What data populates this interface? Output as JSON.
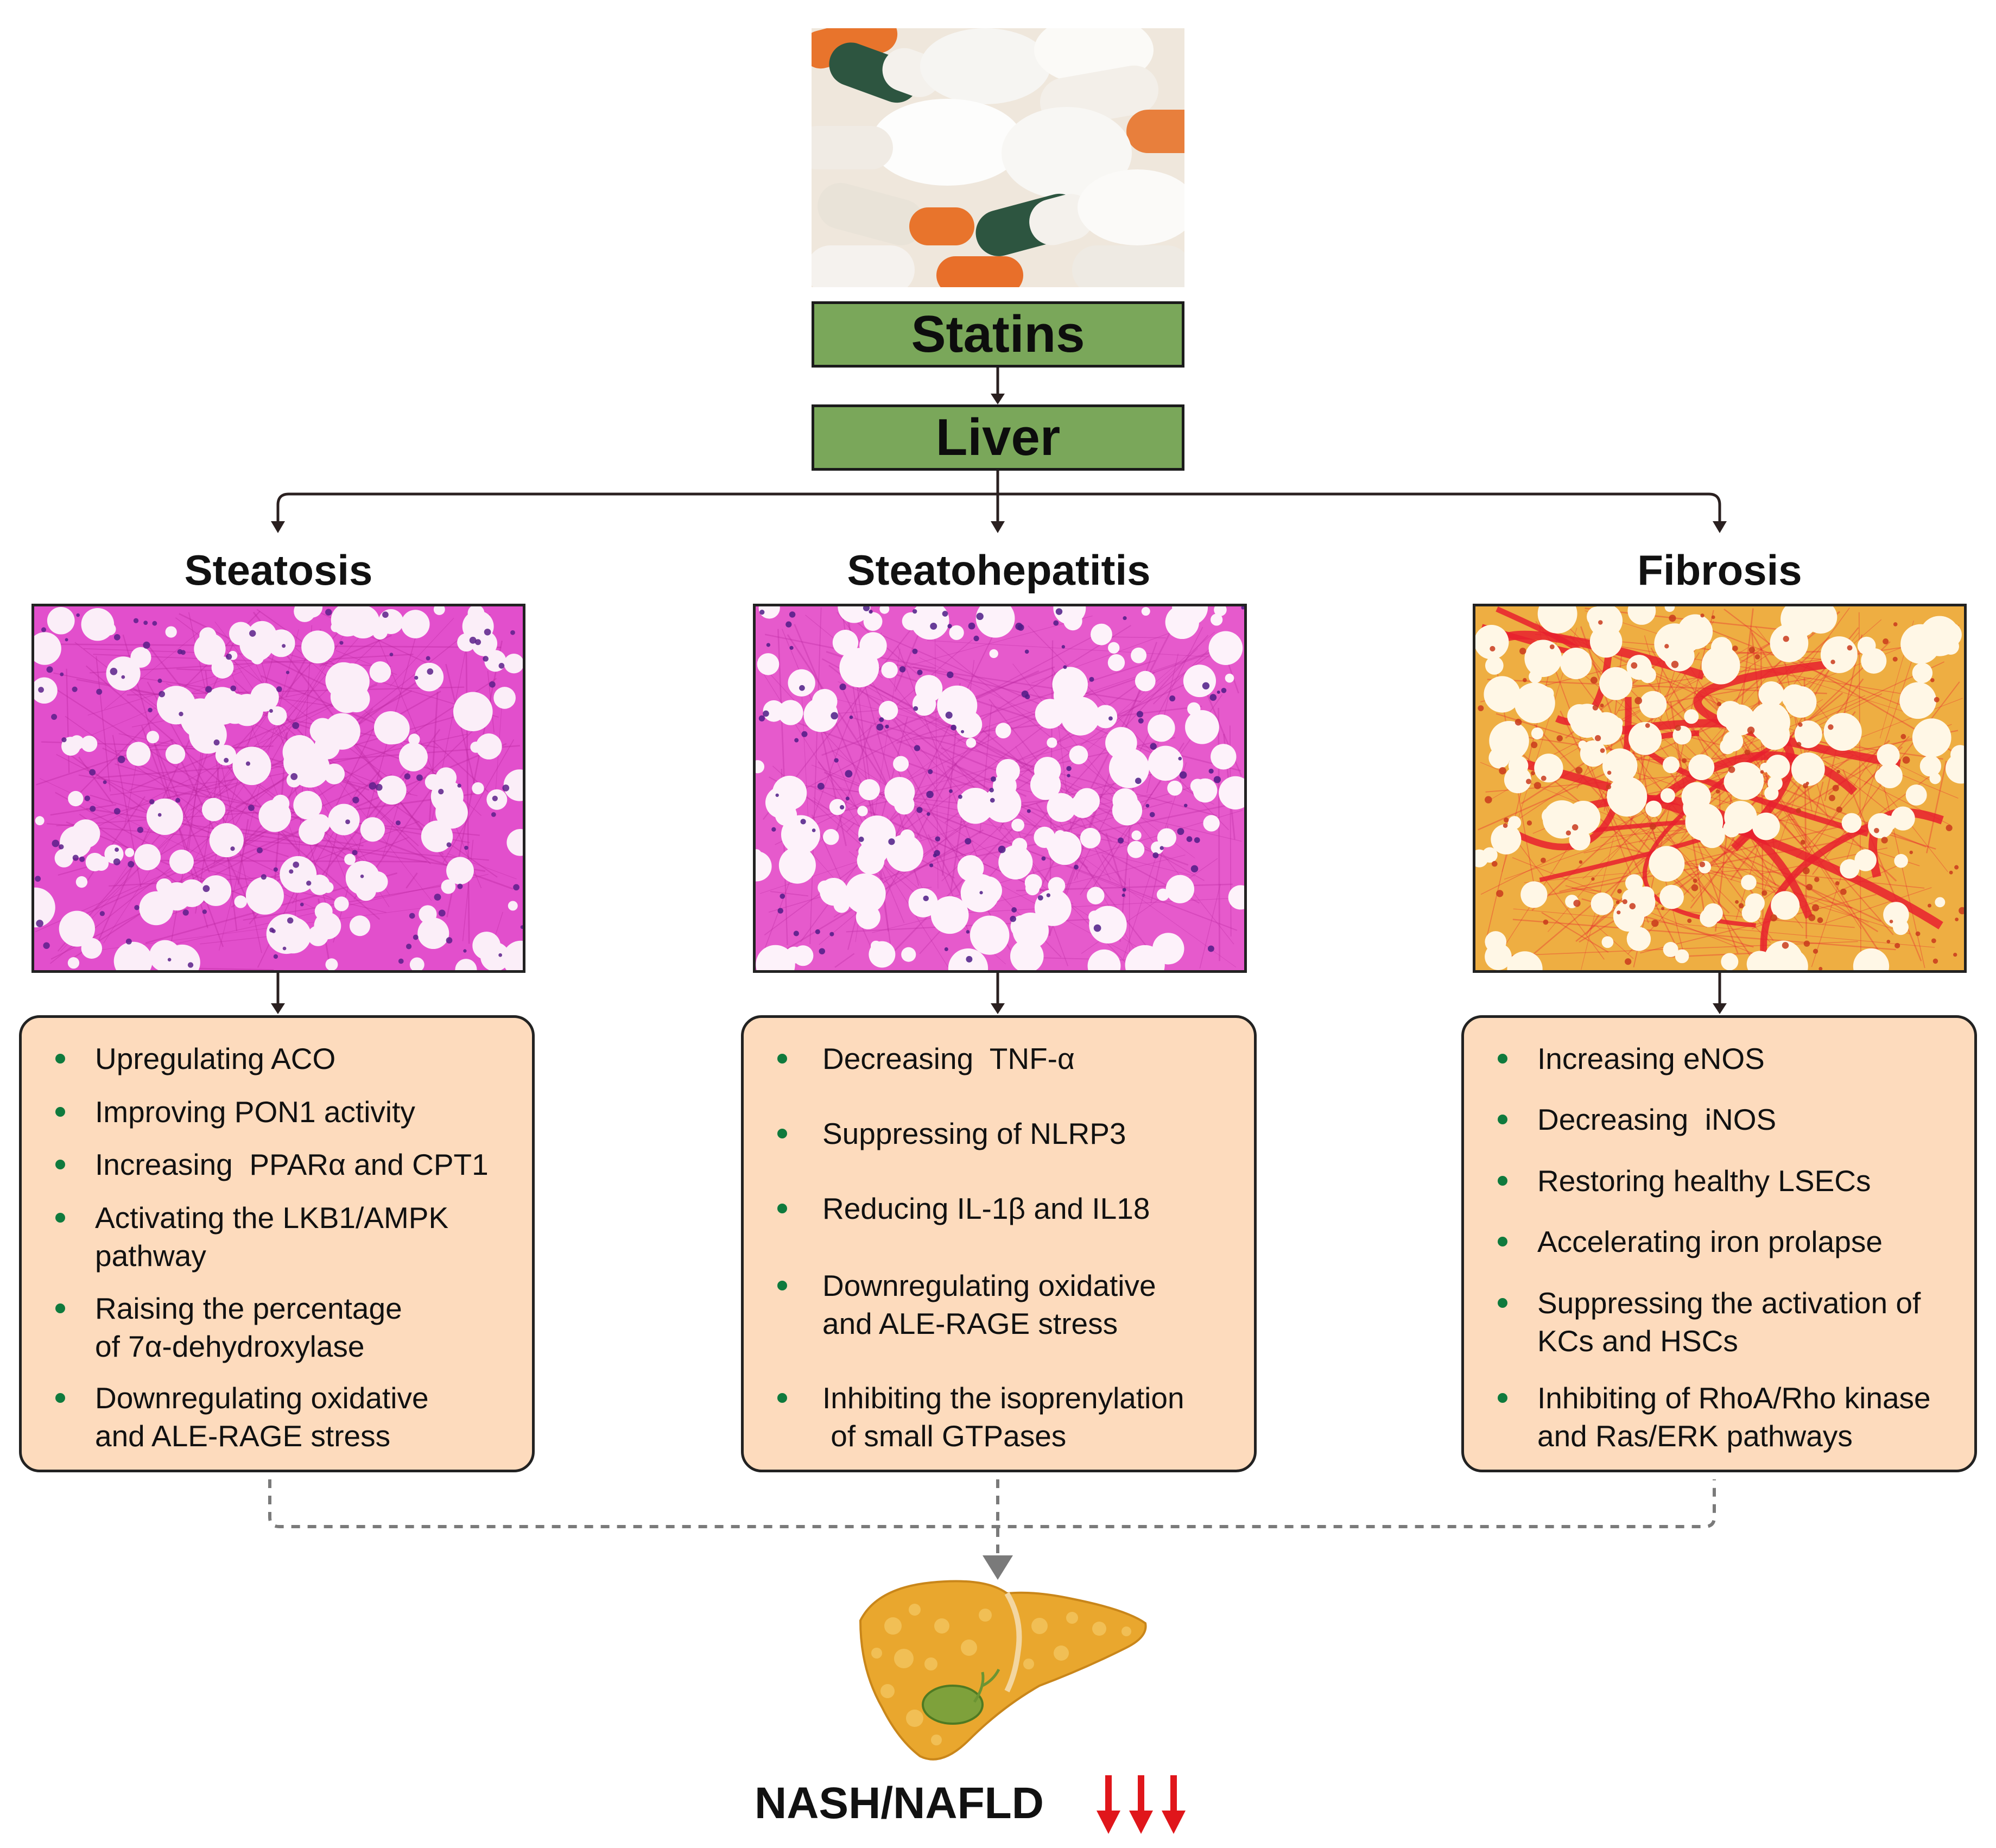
{
  "top_image": {
    "label": "pills-photo"
  },
  "statins_label": "Statins",
  "liver_label": "Liver",
  "columns": [
    {
      "heading": "Steatosis",
      "items": [
        "Upregulating ACO",
        "Improving PON1 activity",
        "Increasing  PPARα and CPT1",
        "Activating the LKB1/AMPK\npathway",
        "Raising the percentage\nof 7α-dehydroxylase",
        "Downregulating oxidative\nand ALE-RAGE stress"
      ]
    },
    {
      "heading": "Steatohepatitis",
      "items": [
        "Decreasing  TNF-α",
        "Suppressing of NLRP3",
        "Reducing IL-1β and IL18",
        "Downregulating oxidative\nand ALE-RAGE stress",
        "Inhibiting the isoprenylation\n of small GTPases"
      ]
    },
    {
      "heading": "Fibrosis",
      "items": [
        "Increasing eNOS",
        "Decreasing  iNOS",
        "Restoring healthy LSECs",
        "Accelerating iron prolapse",
        "Suppressing the activation of\nKCs and HSCs",
        "Inhibiting of RhoA/Rho kinase\nand Ras/ERK pathways"
      ]
    }
  ],
  "outcome_label": "NASH/NAFLD",
  "colors": {
    "node_green": "#7aa75a",
    "box_peach": "#fddbbd",
    "bullet_green": "#0f7a3d",
    "down_arrow_red": "#e0161b",
    "liver_orange": "#e9a72e"
  }
}
